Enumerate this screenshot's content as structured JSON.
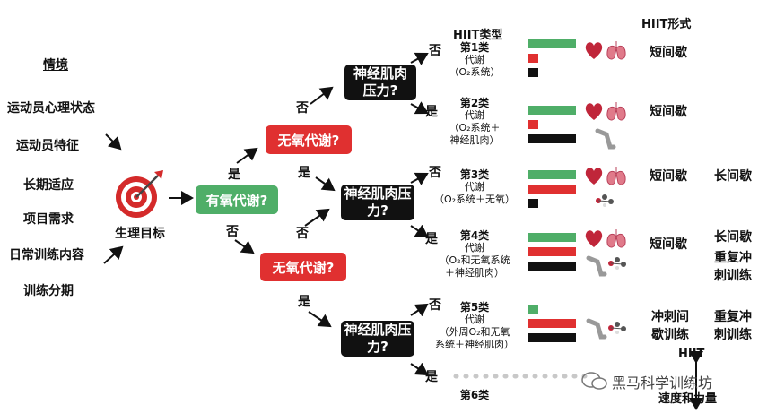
{
  "context": {
    "title": "情境",
    "items": [
      "运动员心理状态",
      "运动员特征",
      "长期适应",
      "项目需求",
      "日常训练内容",
      "训练分期"
    ]
  },
  "goal_label": "生理目标",
  "nodes": {
    "aerobic": "有氧代谢?",
    "anaerobic_top": "无氧代谢?",
    "anaerobic_bottom": "无氧代谢?",
    "nm_top": "神经肌肉压力?",
    "nm_mid": "神经肌肉压力?",
    "nm_bottom": "神经肌肉压力?"
  },
  "answers": {
    "yes": "是",
    "no": "否"
  },
  "headers": {
    "types": "HIIT类型",
    "forms": "HIIT形式"
  },
  "types": [
    {
      "name": "第1类",
      "desc": [
        "代谢",
        "（O₂系统）"
      ]
    },
    {
      "name": "第2类",
      "desc": [
        "代谢",
        "（O₂系统＋",
        "神经肌肉）"
      ]
    },
    {
      "name": "第3类",
      "desc": [
        "代谢",
        "（O₂系统＋无氧）"
      ]
    },
    {
      "name": "第4类",
      "desc": [
        "代谢",
        "（O₂和无氧系统",
        "＋神经肌肉）"
      ]
    },
    {
      "name": "第5类",
      "desc": [
        "代谢",
        "（外周O₂和无氧",
        "系统＋神经肌肉）"
      ]
    },
    {
      "name": "第6类",
      "desc": []
    }
  ],
  "forms": {
    "short": "短间歇",
    "long": "长间歇",
    "repeat_sprint": "重复冲刺训练",
    "sprint_interval": "冲刺间歇训练"
  },
  "axis": {
    "top": "HIIT",
    "bottom": "速度和力量"
  },
  "watermark": "黑马科学训练坊",
  "colors": {
    "green": "#4fae68",
    "red": "#e03030",
    "black": "#111111"
  }
}
